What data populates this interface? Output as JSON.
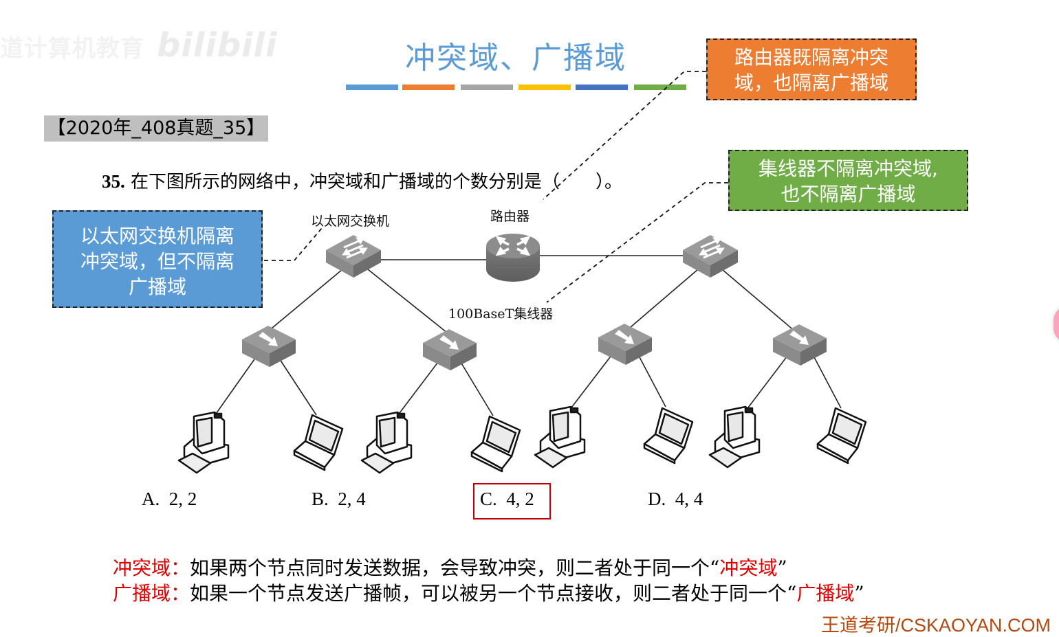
{
  "watermark": {
    "text": "道计算机教育",
    "brand": "bilibili"
  },
  "slide": {
    "title": "冲突域、广播域",
    "color_bars": [
      "#5b9bd5",
      "#ed7d31",
      "#a5a5a5",
      "#ffc000",
      "#4472c4",
      "#70ad47"
    ],
    "exam_tag": "【2020年_408真题_35】",
    "question_number": "35.",
    "question_text": "在下图所示的网络中，冲突域和广播域的个数分别是（　　）。"
  },
  "callouts": {
    "router": "路由器既隔离冲突域，也隔离广播域",
    "router_lines": [
      "路由器既隔离冲突",
      "域，也隔离广播域"
    ],
    "hub_lines": [
      "集线器不隔离冲突域,",
      "也不隔离广播域"
    ],
    "switch_lines": [
      "以太网交换机隔离",
      "冲突域，但不隔离",
      "广播域"
    ]
  },
  "network": {
    "labels": {
      "switch": "以太网交换机",
      "router": "路由器",
      "hub": "100BaseT集线器"
    },
    "devices": [
      {
        "type": "switch",
        "name": "left-switch"
      },
      {
        "type": "router",
        "name": "router"
      },
      {
        "type": "switch",
        "name": "right-switch"
      },
      {
        "type": "hub",
        "name": "hub-1"
      },
      {
        "type": "hub",
        "name": "hub-2"
      },
      {
        "type": "hub",
        "name": "hub-3"
      },
      {
        "type": "hub",
        "name": "hub-4"
      },
      {
        "type": "desktop",
        "name": "pc-1"
      },
      {
        "type": "laptop",
        "name": "laptop-1"
      },
      {
        "type": "desktop",
        "name": "pc-2"
      },
      {
        "type": "laptop",
        "name": "laptop-2"
      },
      {
        "type": "desktop",
        "name": "pc-3"
      },
      {
        "type": "laptop",
        "name": "laptop-3"
      },
      {
        "type": "desktop",
        "name": "pc-4"
      },
      {
        "type": "laptop",
        "name": "laptop-4"
      }
    ]
  },
  "options": [
    {
      "letter": "A.",
      "value": "2, 2",
      "selected": false
    },
    {
      "letter": "B.",
      "value": "2, 4",
      "selected": false
    },
    {
      "letter": "C.",
      "value": "4, 2",
      "selected": true
    },
    {
      "letter": "D.",
      "value": "4, 4",
      "selected": false
    }
  ],
  "definitions": [
    {
      "term": "冲突域：",
      "text": "如果两个节点同时发送数据，会导致冲突，则二者处于同一个“",
      "highlight": "冲突域",
      "close": "”"
    },
    {
      "term": "广播域：",
      "text": "如果一个节点发送广播帧，可以被另一个节点接收，则二者处于同一个“",
      "highlight": "广播域",
      "close": "”"
    }
  ],
  "footer": "王道考研/CSKAOYAN.COM",
  "colors": {
    "title": "#5b9bd5",
    "answer_box": "#c00000",
    "term": "#e00000",
    "footer": "#b5480d"
  }
}
